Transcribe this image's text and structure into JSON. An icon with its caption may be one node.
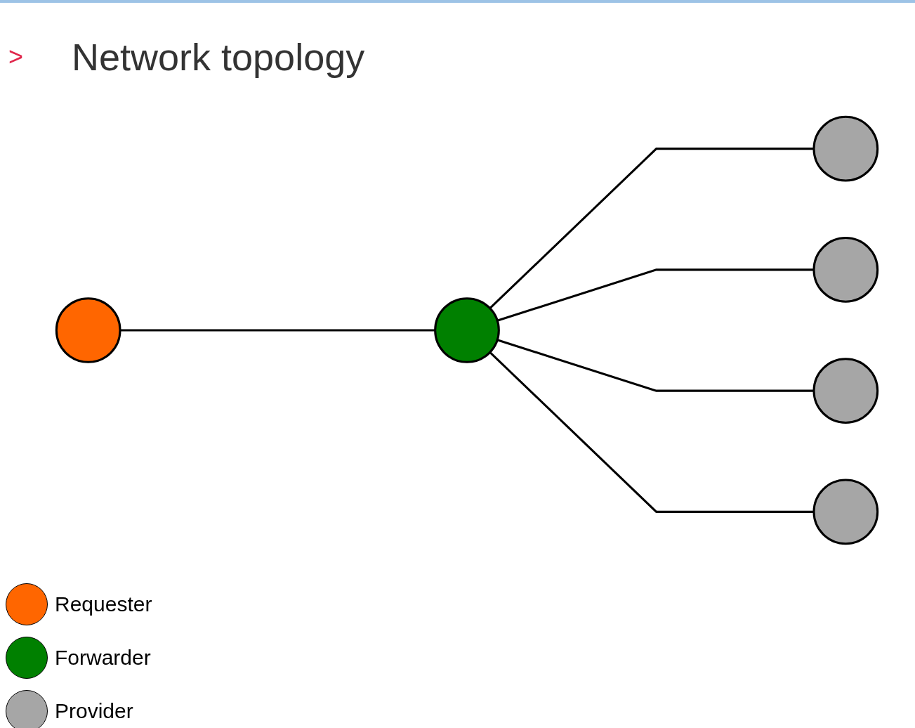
{
  "diagram": {
    "title": "Network topology",
    "nodes": [
      {
        "text": [],
        "shape": "circle"
      },
      {
        "text": [],
        "shape": "circle"
      },
      {
        "text": [],
        "shape": "circle"
      },
      {
        "text": [],
        "shape": "circle"
      },
      {
        "text": [],
        "shape": "circle"
      },
      {
        "text": [],
        "shape": "circle"
      }
    ],
    "edges": [
      {
        "from": 0,
        "to": 1,
        "arrow": "none"
      },
      {
        "from": 1,
        "to": 2,
        "arrow": "none"
      },
      {
        "from": 1,
        "to": 3,
        "arrow": "none"
      },
      {
        "from": 1,
        "to": 4,
        "arrow": "none"
      },
      {
        "from": 1,
        "to": 5,
        "arrow": "none"
      }
    ],
    "labels": [
      ">"
    ],
    "legend": [
      {
        "text": "Requester",
        "color": "#ff6600"
      },
      {
        "text": "Forwarder",
        "color": "#008000"
      },
      {
        "text": "Provider",
        "color": "#a6a6a6"
      }
    ]
  }
}
